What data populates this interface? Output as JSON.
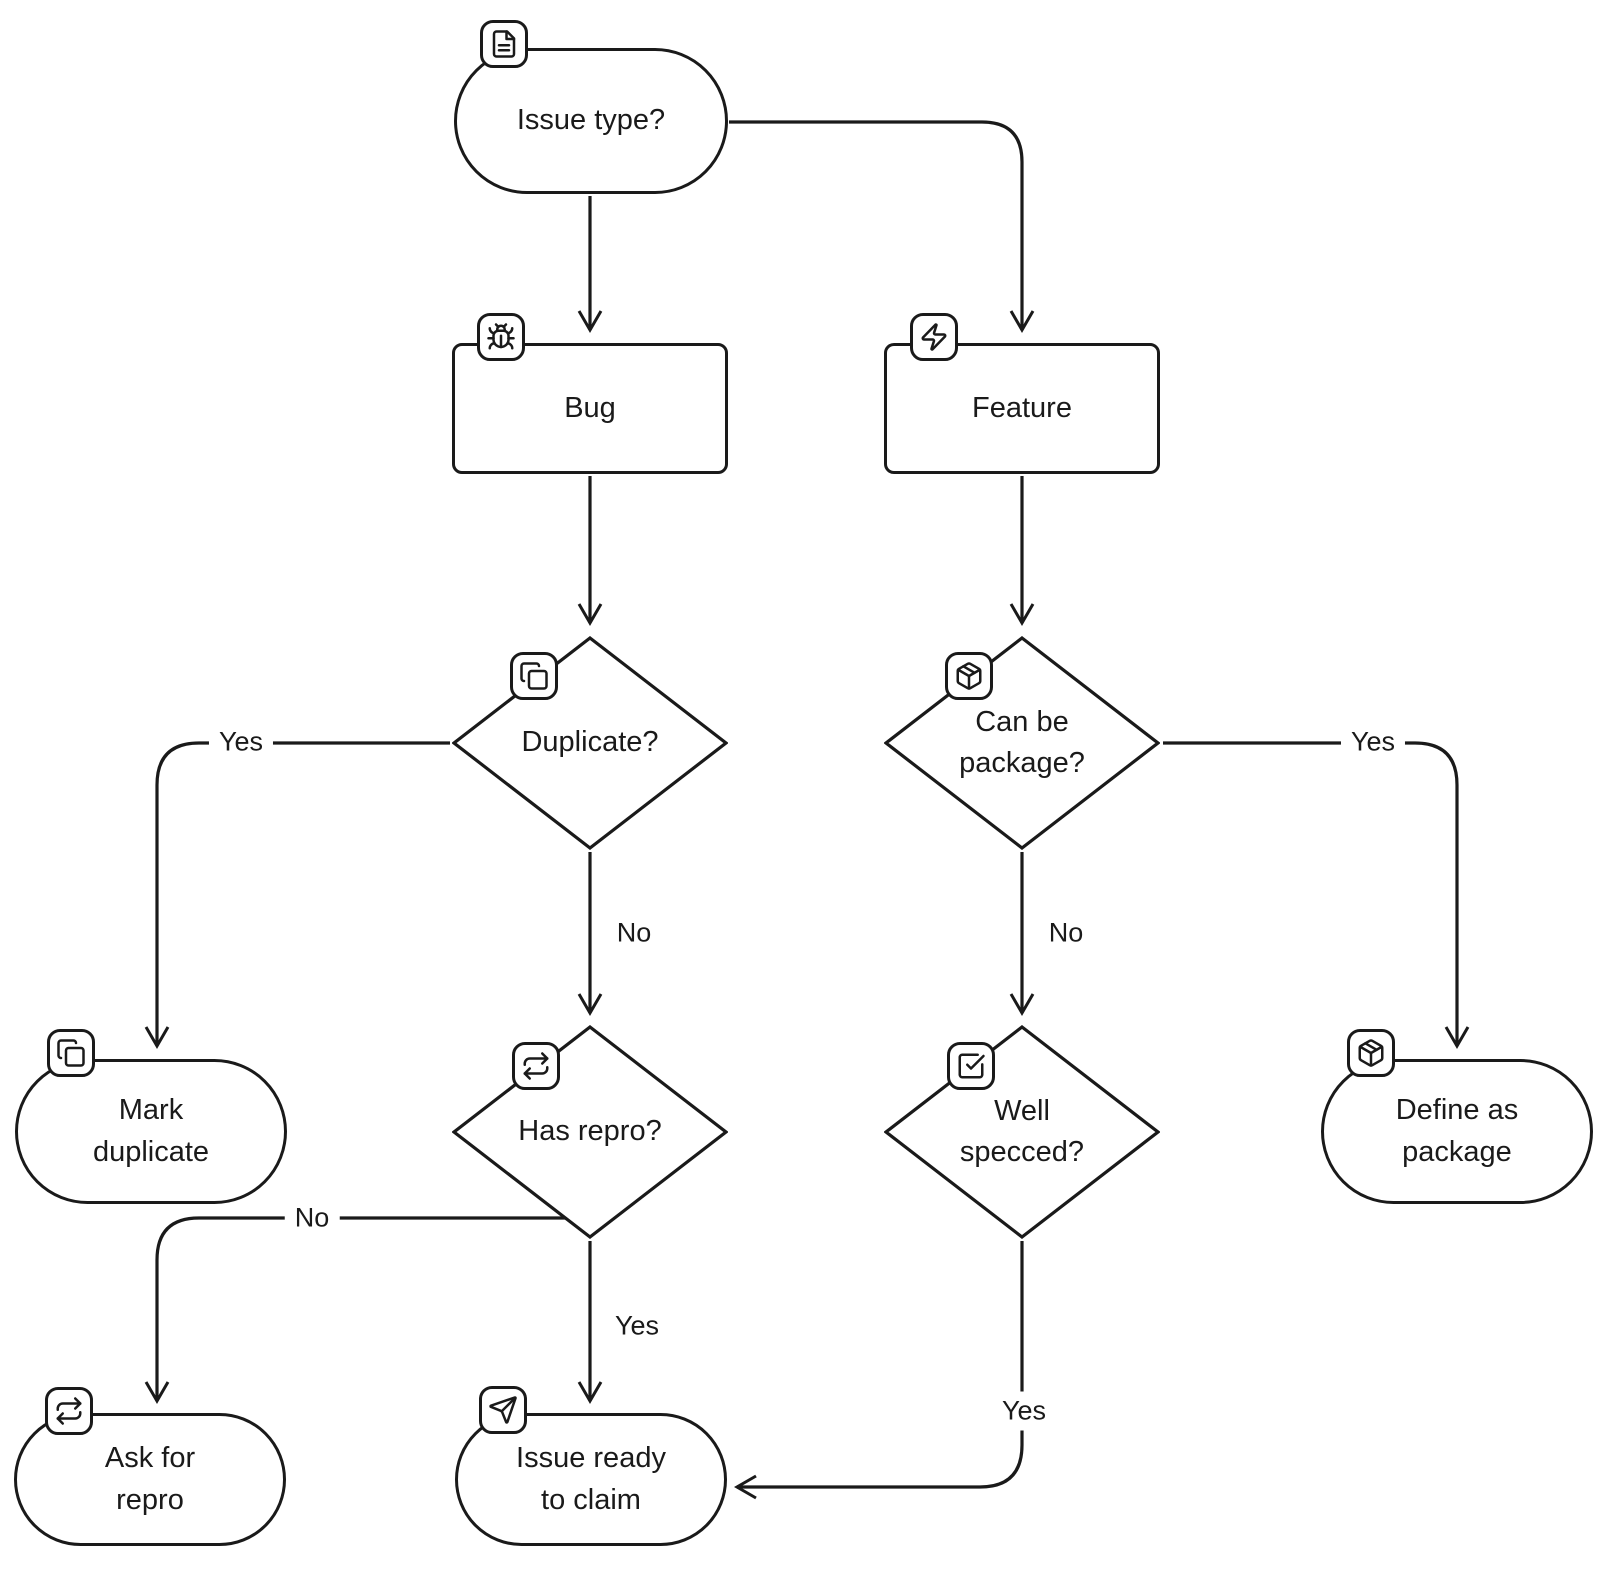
{
  "diagram": {
    "background": "#ffffff",
    "stroke_color": "#1a1a1a",
    "nodes": {
      "issue_type": {
        "label": "Issue type?",
        "icon": "file-text-icon",
        "shape": "stadium"
      },
      "bug": {
        "label": "Bug",
        "icon": "bug-icon",
        "shape": "rect"
      },
      "feature": {
        "label": "Feature",
        "icon": "zap-icon",
        "shape": "rect"
      },
      "duplicate": {
        "label": "Duplicate?",
        "icon": "copy-icon",
        "shape": "diamond"
      },
      "can_be_package": {
        "label": "Can be package?",
        "icon": "package-icon",
        "shape": "diamond"
      },
      "has_repro": {
        "label": "Has repro?",
        "icon": "repeat-icon",
        "shape": "diamond"
      },
      "well_specced": {
        "label": "Well specced?",
        "icon": "square-check-icon",
        "shape": "diamond"
      },
      "mark_duplicate": {
        "label": "Mark duplicate",
        "icon": "copy-icon",
        "shape": "stadium"
      },
      "define_as_package": {
        "label": "Define as package",
        "icon": "package-icon",
        "shape": "stadium"
      },
      "ask_for_repro": {
        "label": "Ask for repro",
        "icon": "repeat-icon",
        "shape": "stadium"
      },
      "issue_ready_to_claim": {
        "label": "Issue ready to claim",
        "icon": "send-icon",
        "shape": "stadium"
      }
    },
    "edge_labels": {
      "duplicate_yes": "Yes",
      "duplicate_no": "No",
      "can_be_package_yes": "Yes",
      "can_be_package_no": "No",
      "has_repro_no": "No",
      "has_repro_yes": "Yes",
      "well_specced_yes": "Yes"
    }
  }
}
